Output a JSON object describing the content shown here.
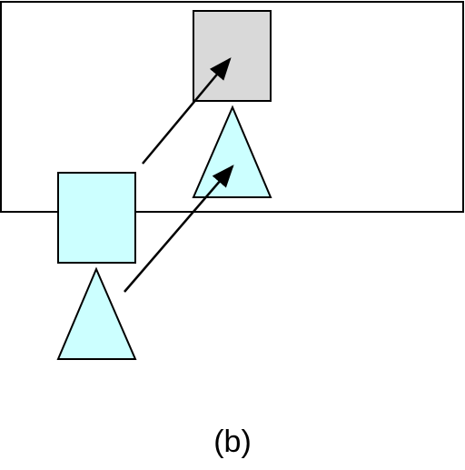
{
  "caption": "(b)",
  "colors": {
    "stroke": "#000000",
    "cyan_fill": "#ccffff",
    "gray_fill": "#d9d9d9",
    "region_fill": "#ffffff"
  },
  "shapes": [
    {
      "name": "square-shape",
      "fill": "gray_fill"
    },
    {
      "name": "triangle-shape",
      "fill": "cyan_fill"
    },
    {
      "name": "square-shape",
      "fill": "cyan_fill"
    },
    {
      "name": "triangle-shape",
      "fill": "cyan_fill"
    }
  ]
}
